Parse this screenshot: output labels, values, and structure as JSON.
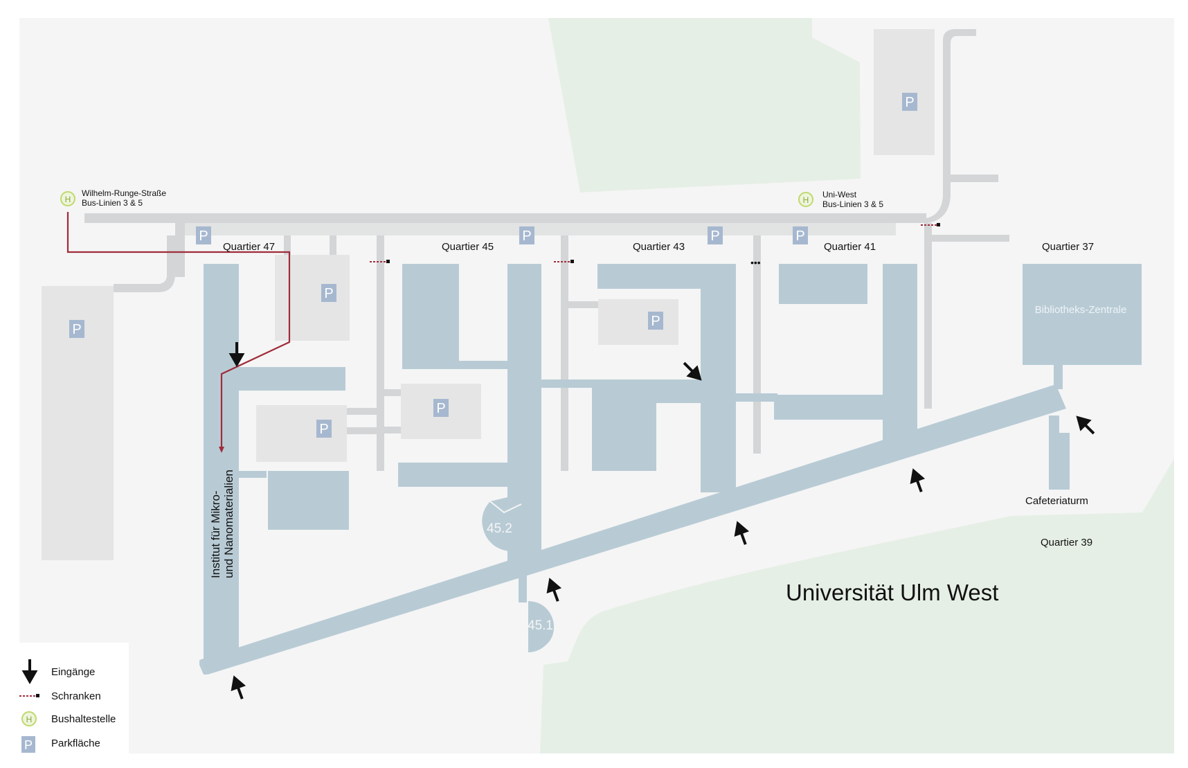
{
  "map": {
    "title": "Universität Ulm West",
    "colors": {
      "background": "#f5f5f5",
      "green_area": "#e6efe6",
      "building": "#b8cbd5",
      "parking_area": "#e5e5e5",
      "road": "#d3d5d7",
      "parking_sign": "#a6b8cf",
      "route": "#a02c3a",
      "bus_stop": "#bfd96e"
    },
    "quarters": [
      "Quartier 47",
      "Quartier 45",
      "Quartier 43",
      "Quartier 41",
      "Quartier 37",
      "Quartier 39"
    ],
    "buildings": {
      "library": "Bibliotheks-Zentrale",
      "cafeteria": "Cafeteriaturm",
      "b452": "45.2",
      "b451": "45.1"
    },
    "institute": {
      "line1": "Institut für Mikro-",
      "line2": "und Nanomaterialien"
    },
    "bus_stops": [
      {
        "symbol": "H",
        "name": "Wilhelm-Runge-Straße",
        "lines": "Bus-Linien 3 & 5"
      },
      {
        "symbol": "H",
        "name": "Uni-West",
        "lines": "Bus-Linien 3 & 5"
      }
    ],
    "parking_symbol": "P",
    "gate_marker": "•••",
    "legend": [
      {
        "icon": "arrow-icon",
        "label": "Eingänge"
      },
      {
        "icon": "barrier-icon",
        "label": "Schranken"
      },
      {
        "icon": "bus-stop-icon",
        "label": "Bushaltestelle"
      },
      {
        "icon": "parking-icon",
        "label": "Parkfläche"
      }
    ]
  }
}
